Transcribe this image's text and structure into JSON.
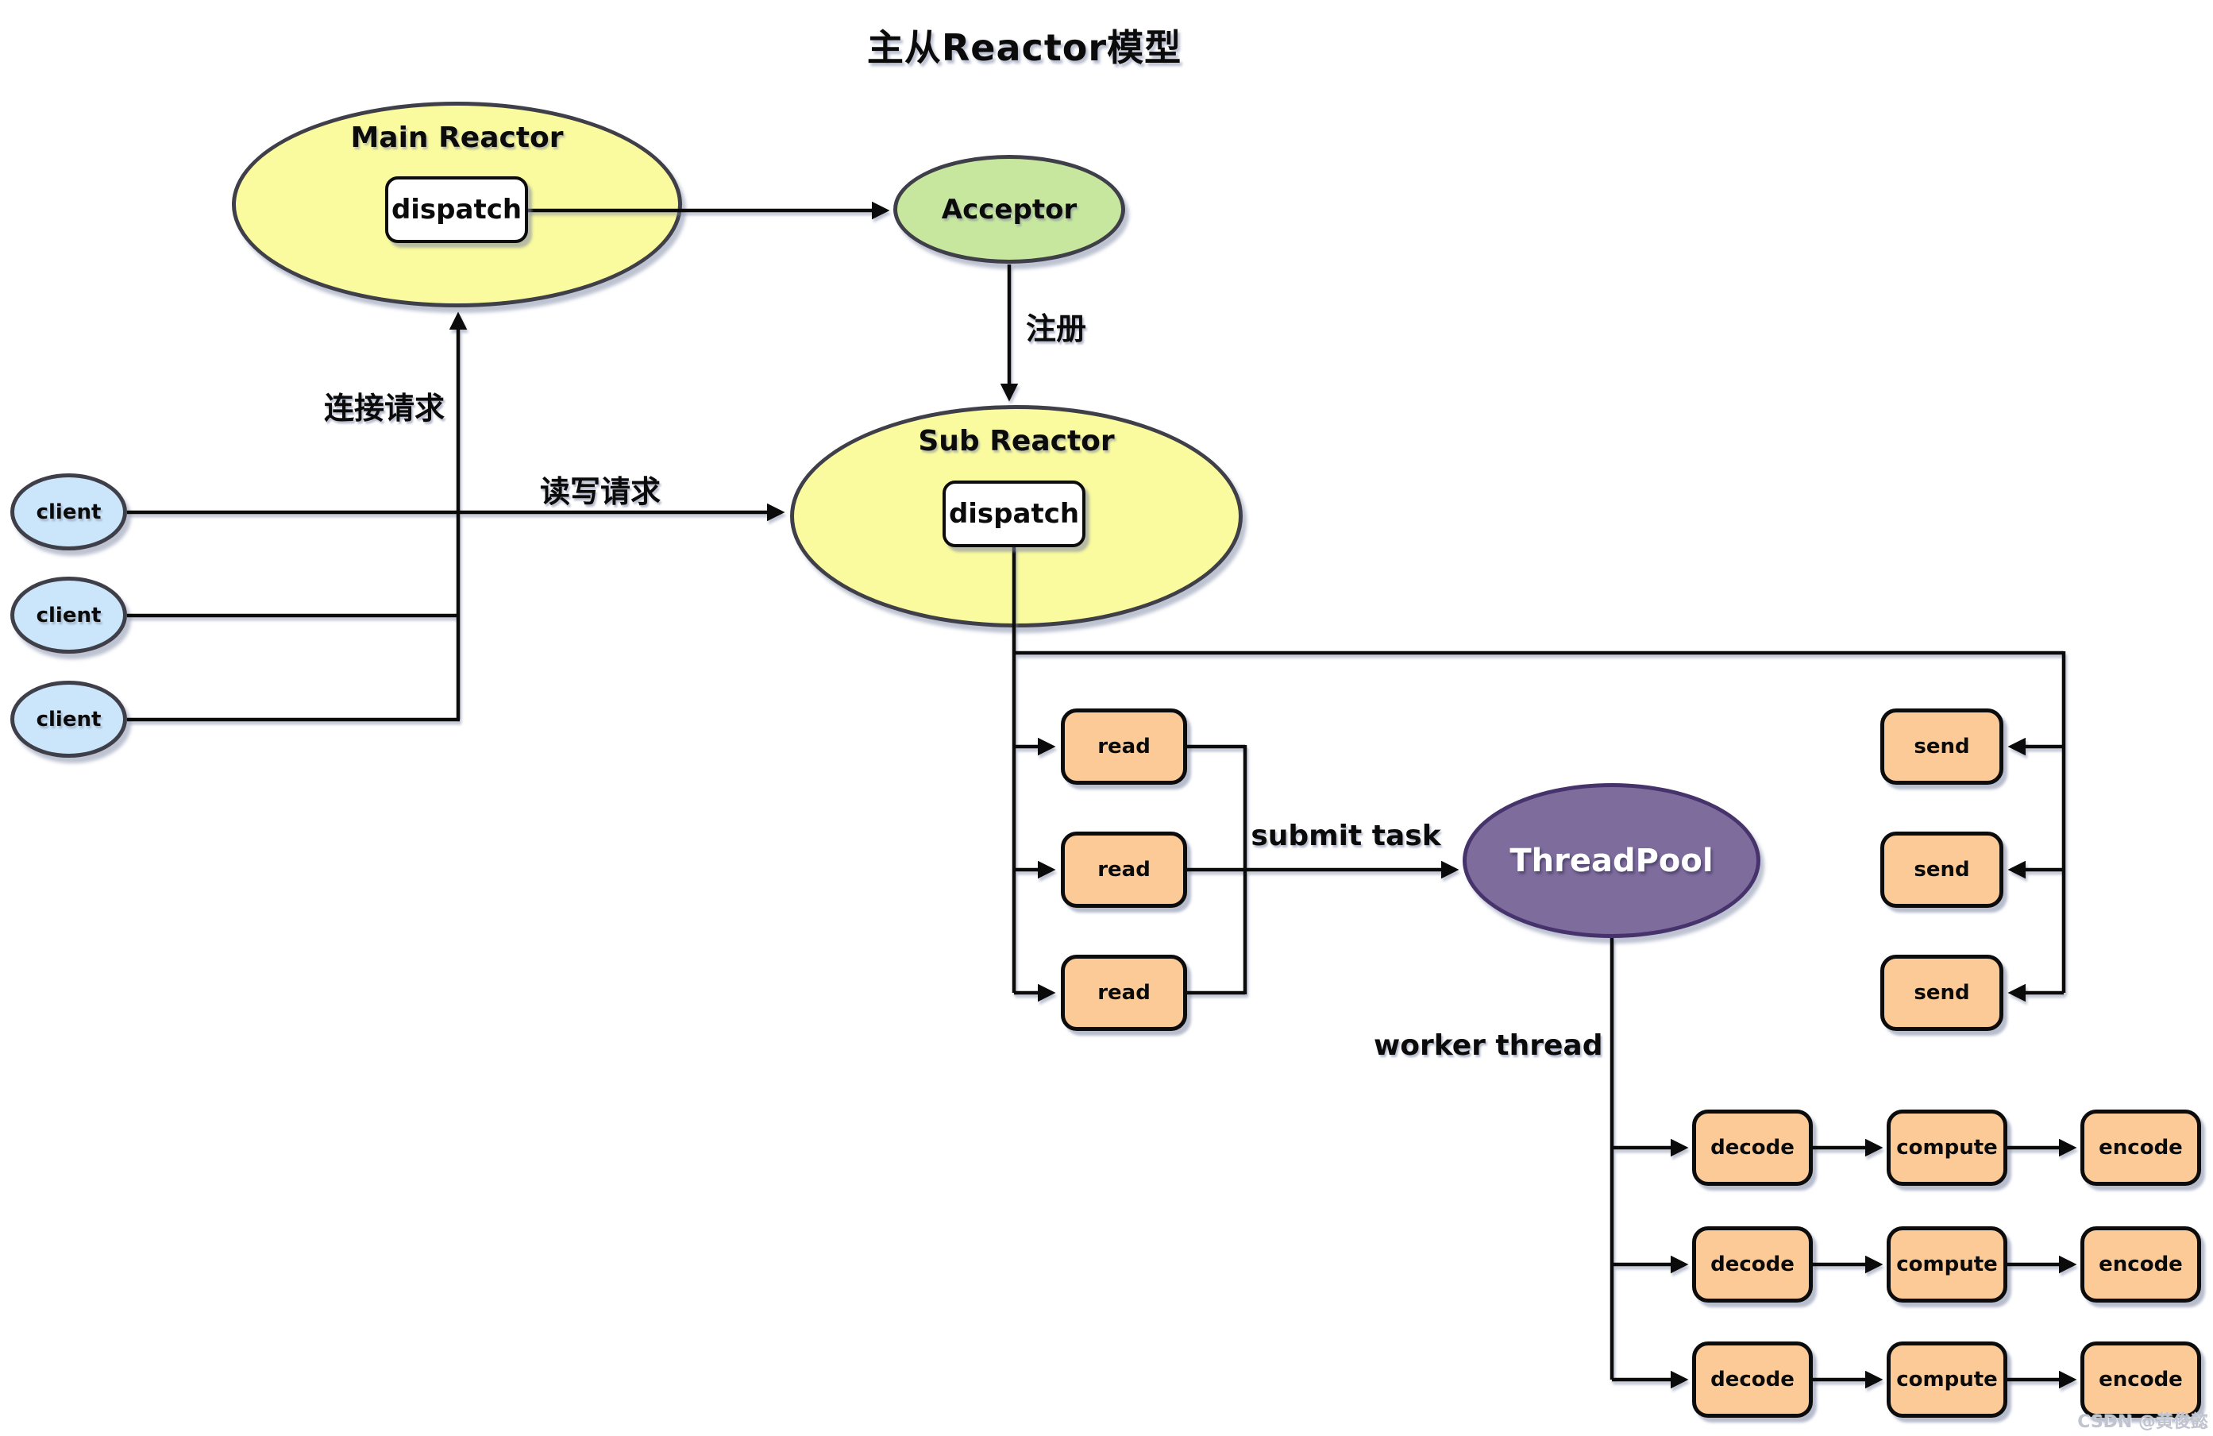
{
  "title": "主从Reactor模型",
  "watermark": "CSDN @黄俊懿",
  "nodes": {
    "main_reactor": {
      "label": "Main Reactor",
      "dispatch": "dispatch"
    },
    "acceptor": {
      "label": "Acceptor"
    },
    "sub_reactor": {
      "label": "Sub Reactor",
      "dispatch": "dispatch"
    },
    "clients": [
      "client",
      "client",
      "client"
    ],
    "reads": [
      "read",
      "read",
      "read"
    ],
    "sends": [
      "send",
      "send",
      "send"
    ],
    "thread_pool": {
      "label": "ThreadPool"
    },
    "workers": [
      {
        "decode": "decode",
        "compute": "compute",
        "encode": "encode"
      },
      {
        "decode": "decode",
        "compute": "compute",
        "encode": "encode"
      },
      {
        "decode": "decode",
        "compute": "compute",
        "encode": "encode"
      }
    ]
  },
  "edges": {
    "connect_request": "连接请求",
    "register": "注册",
    "read_write_request": "读写请求",
    "submit_task": "submit task",
    "worker_thread": "worker thread"
  },
  "colors": {
    "reactor_fill": "#FAFA9E",
    "acceptor_fill": "#C8E79E",
    "client_fill": "#CBE6FA",
    "task_fill": "#FBCA97",
    "threadpool_fill": "#7D6C9C",
    "threadpool_border": "#47336B",
    "shape_border": "#3F3F49",
    "line": "#0B0B0B"
  }
}
